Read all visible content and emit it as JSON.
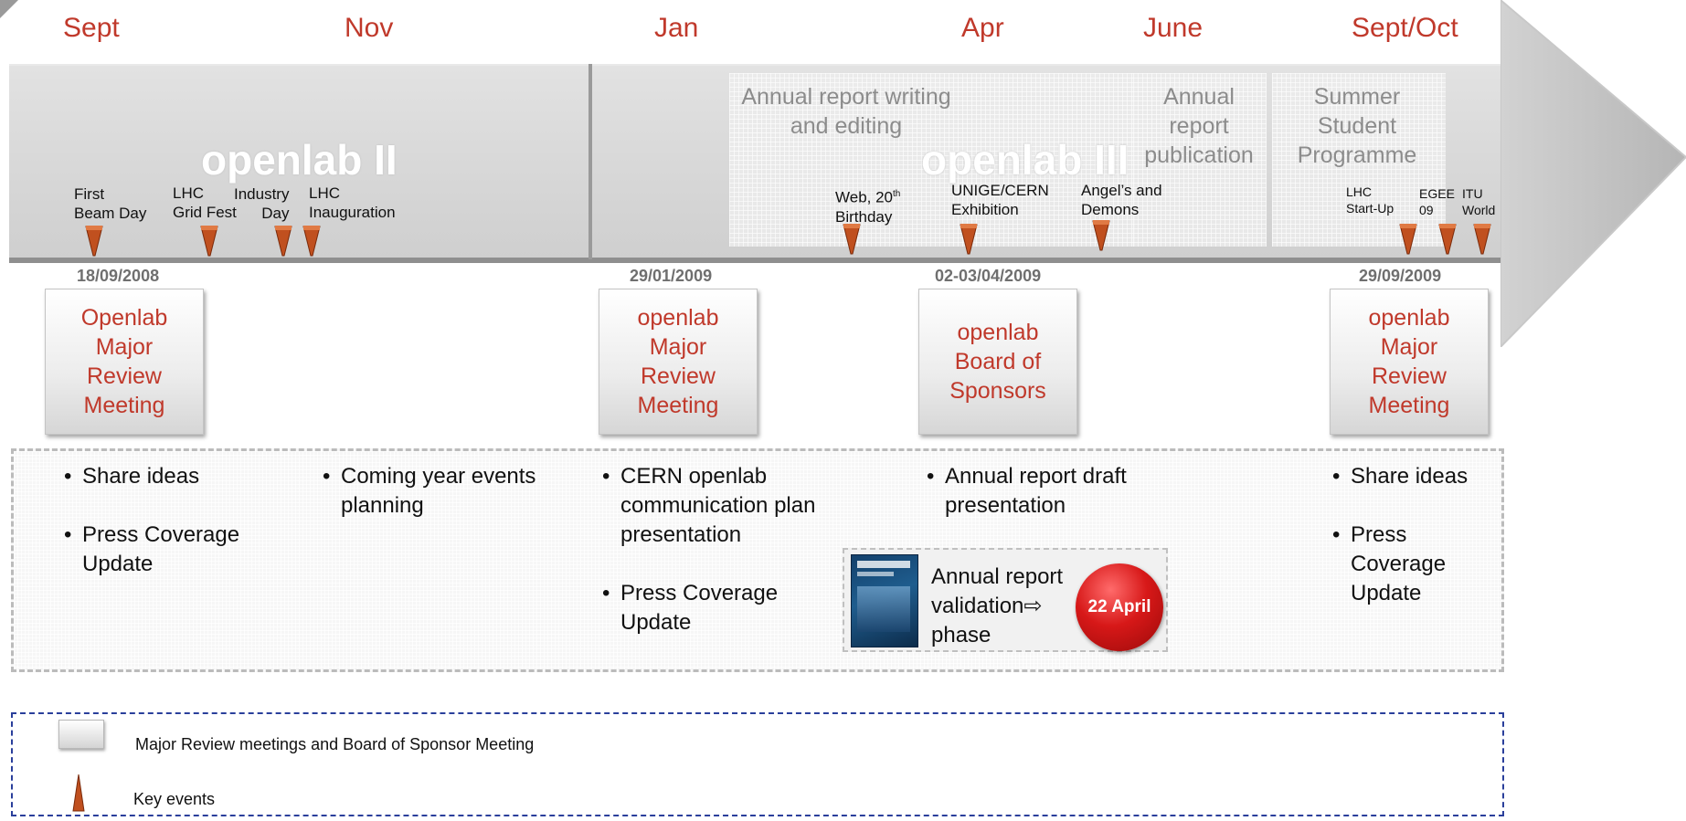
{
  "months": [
    "Sept",
    "Nov",
    "Jan",
    "Apr",
    "June",
    "Sept/Oct"
  ],
  "phases": [
    "openlab II",
    "openlab III"
  ],
  "activities": [
    "Annual report writing and editing",
    "Annual report publication",
    "Summer Student Programme"
  ],
  "key_events": [
    {
      "line1": "First",
      "line2": "Beam Day"
    },
    {
      "line1": "LHC",
      "line2": "Grid Fest"
    },
    {
      "line1": "Industry",
      "line2": "Day"
    },
    {
      "line1": "LHC",
      "line2": "Inauguration"
    },
    {
      "line1": "Web, 20",
      "sup": "th",
      "line2": "Birthday"
    },
    {
      "line1": "UNIGE/CERN",
      "line2": "Exhibition"
    },
    {
      "line1": "Angel’s and",
      "line2": "Demons"
    },
    {
      "line1": "LHC",
      "line2": "Start-Up"
    },
    {
      "line1": "EGEE",
      "line2": "09"
    },
    {
      "line1": "ITU",
      "line2": "World"
    }
  ],
  "meetings": [
    {
      "date": "18/09/2008",
      "lines": [
        "Openlab",
        "Major",
        "Review",
        "Meeting"
      ]
    },
    {
      "date": "29/01/2009",
      "lines": [
        "openlab",
        "Major",
        "Review",
        "Meeting"
      ]
    },
    {
      "date": "02-03/04/2009",
      "lines": [
        "openlab",
        "Board of",
        "Sponsors"
      ]
    },
    {
      "date": "29/09/2009",
      "lines": [
        "openlab",
        "Major",
        "Review",
        "Meeting"
      ]
    }
  ],
  "notes": {
    "col1": [
      "Share ideas",
      "Press Coverage Update"
    ],
    "col2": [
      "Coming year events planning"
    ],
    "col3": [
      "CERN openlab communication plan presentation",
      "Press Coverage Update"
    ],
    "col4": [
      "Annual report draft presentation"
    ],
    "col5": [
      "Share ideas",
      "Press Coverage Update"
    ]
  },
  "validation": {
    "line1": "Annual report",
    "line2": "validation⇨",
    "line3": "phase",
    "badge": "22 April"
  },
  "legend": {
    "meetings": "Major Review meetings and Board of Sponsor Meeting",
    "events": "Key events"
  },
  "colors": {
    "accent_red": "#c0392b",
    "badge_red": "#d71818",
    "legend_border": "#2a3f9b",
    "band_grey": "#d4d4d4"
  },
  "icons": [
    "event-marker-icon",
    "meeting-card-icon",
    "report-cover-icon"
  ]
}
